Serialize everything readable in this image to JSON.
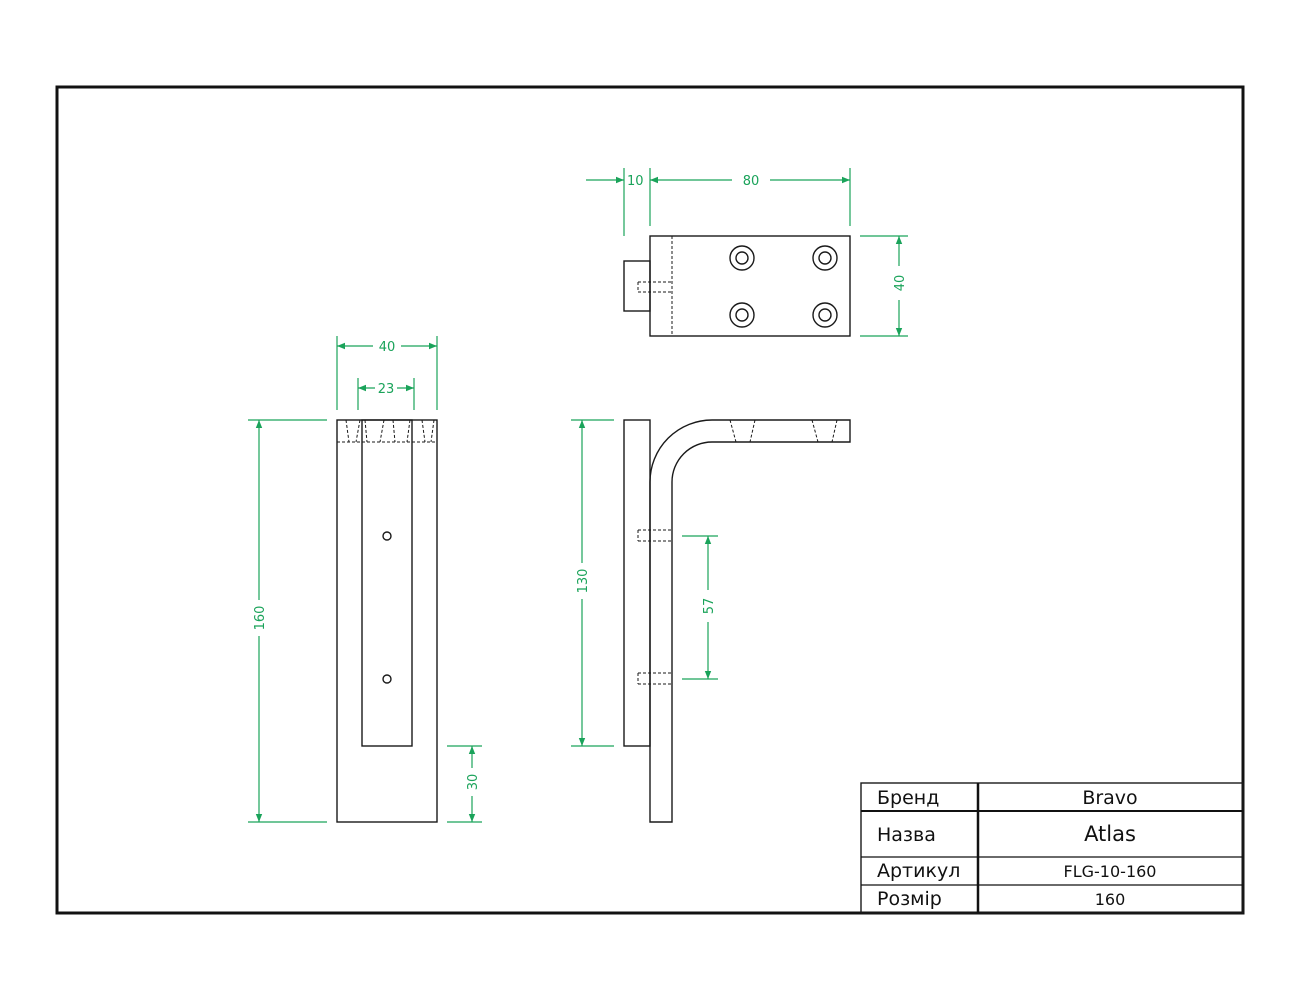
{
  "colors": {
    "line": "#1a1a1a",
    "dimension": "#1aa35a",
    "frame": "#111111"
  },
  "dimensions": {
    "top_offset": "10",
    "top_length": "80",
    "top_height": "40",
    "front_width": "40",
    "front_slot_width": "23",
    "front_height": "160",
    "front_bottom": "30",
    "side_height": "130",
    "hole_spacing": "57"
  },
  "title_block": {
    "brand_label": "Бренд",
    "brand_value": "Bravo",
    "name_label": "Назва",
    "name_value": "Atlas",
    "article_label": "Артикул",
    "article_value": "FLG-10-160",
    "size_label": "Розмір",
    "size_value": "160"
  }
}
